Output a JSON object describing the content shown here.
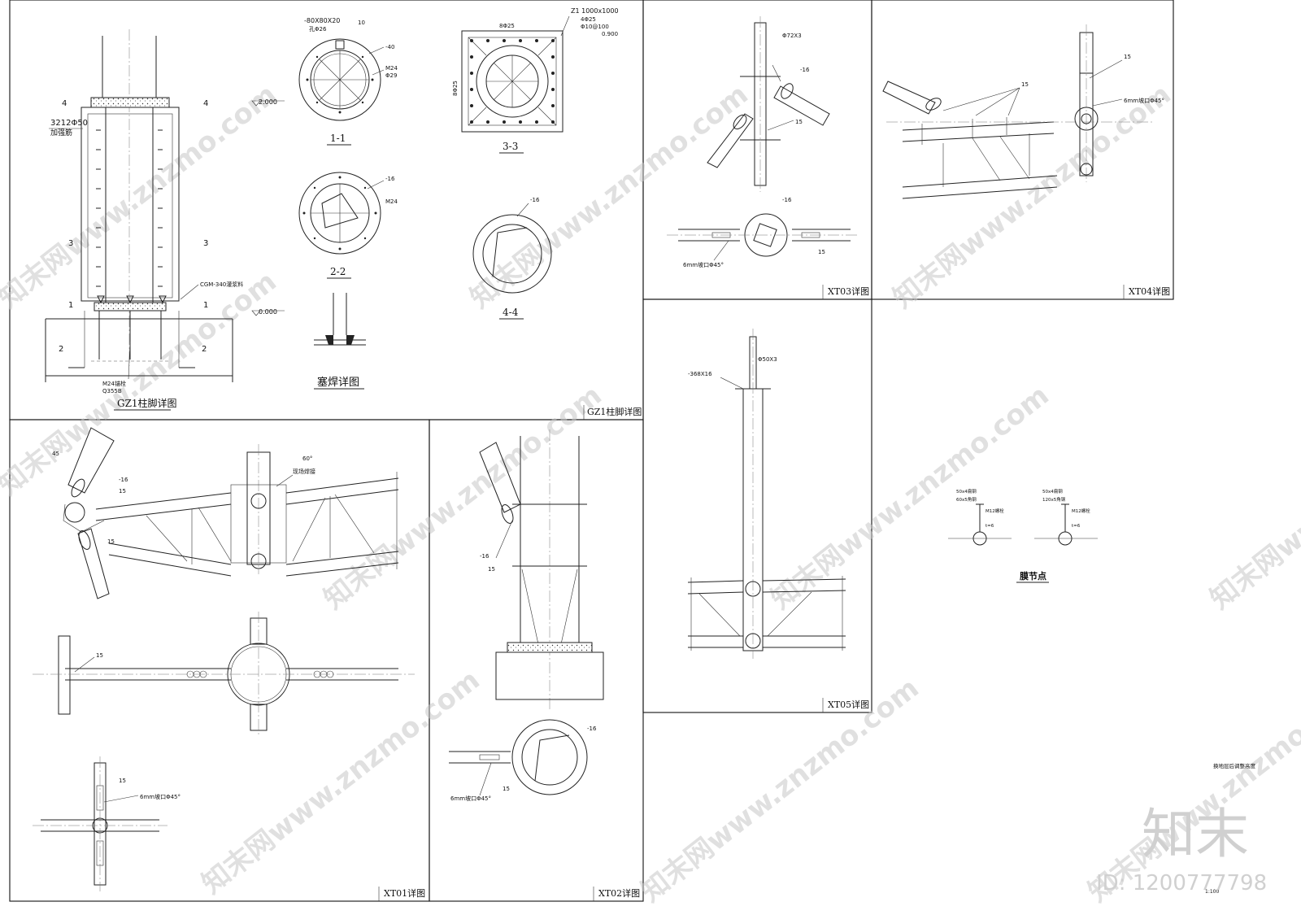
{
  "panels": {
    "gz1_main": "GZ1柱脚详图",
    "gz1_frame": "GZ1柱脚详图",
    "xt01": "XT01详图",
    "xt02": "XT02详图",
    "xt03": "XT03详图",
    "xt04": "XT04详图",
    "xt05": "XT05详图",
    "membrane": "膜节点"
  },
  "sections": {
    "s11": "1-1",
    "s22": "2-2",
    "s33": "3-3",
    "s44": "4-4",
    "plug_weld": "塞焊详图"
  },
  "labels": {
    "rebar_3212": "3212Φ50",
    "rebar_3212_sub": "加强筋",
    "elev_2000": "2.000",
    "elev_0000": "0.000",
    "bolt_m24": "M24锚栓",
    "bolt_q355": "Q355B",
    "cgm": "CGM-340灌浆料",
    "plate_80": "-80X80X20",
    "hole_26": "孔Φ26",
    "num_10": "10",
    "num_40": "-40",
    "m24": "M24",
    "phi29": "Φ29",
    "num_16": "-16",
    "z1": "Z1 1000x1000",
    "z1_b": "4Φ25",
    "z1_c": "Φ10@100",
    "z1_d": "0.900",
    "r8_25": "8Φ25",
    "num_15": "15",
    "num_45": "45",
    "pipe_72": "Φ72X3",
    "pipe_50": "Φ50X3",
    "plate_368": "-368X16",
    "groove": "6mm坡口Φ45°",
    "angle_60": "60°",
    "weld_note": "现场焊接",
    "memb_a1": "50x4扁钢",
    "memb_a2": "60x5角钢",
    "memb_b1": "50x4扁钢",
    "memb_b2": "120x5角钢",
    "memb_m12": "M12螺栓",
    "memb_t": "t=6",
    "note_small": "换地层后调整高度",
    "scale_small": "1:100",
    "brand_cn": "知末",
    "brand_id": "ID: 1200777798",
    "watermark": "知末网www.znzmo.com"
  }
}
